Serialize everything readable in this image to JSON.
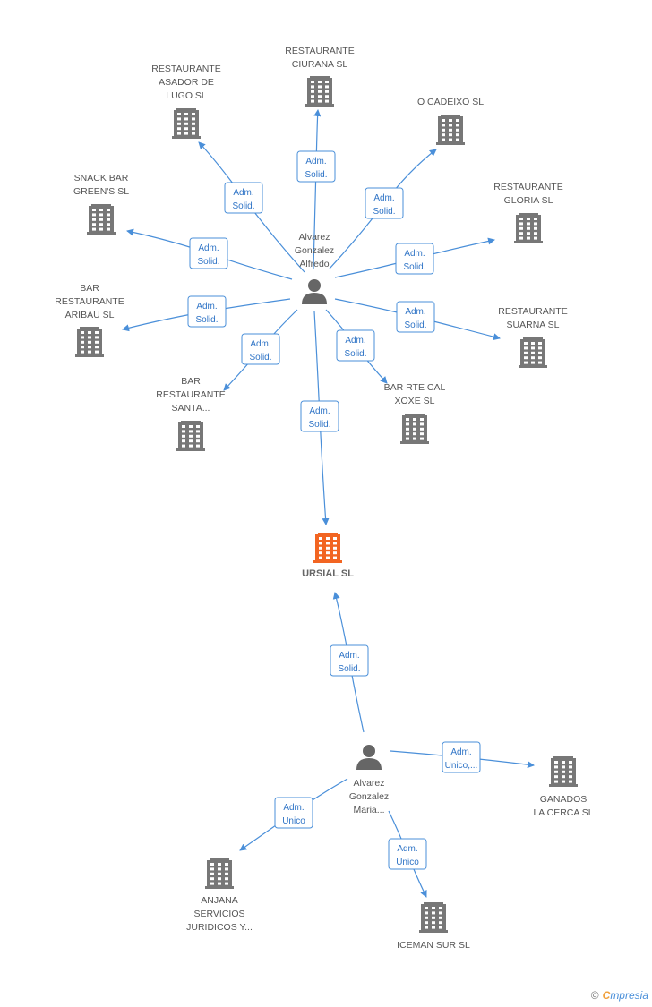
{
  "colors": {
    "edge": "#4a8fd9",
    "building": "#777777",
    "focus_building": "#f26522",
    "person": "#666666"
  },
  "nodes": [
    {
      "id": "alvarez_alfredo",
      "type": "person",
      "lines": [
        "Alvarez",
        "Gonzalez",
        "Alfredo"
      ]
    },
    {
      "id": "alvarez_maria",
      "type": "person",
      "lines": [
        "Alvarez",
        "Gonzalez",
        "Maria..."
      ]
    },
    {
      "id": "ursial",
      "type": "company",
      "focus": true,
      "lines": [
        "URSIAL SL"
      ]
    },
    {
      "id": "rest_ciurana",
      "type": "company",
      "lines": [
        "RESTAURANTE",
        "CIURANA SL"
      ]
    },
    {
      "id": "rest_asador",
      "type": "company",
      "lines": [
        "RESTAURANTE",
        "ASADOR DE",
        "LUGO SL"
      ]
    },
    {
      "id": "o_cadeixo",
      "type": "company",
      "lines": [
        "O CADEIXO SL"
      ]
    },
    {
      "id": "snack_bar",
      "type": "company",
      "lines": [
        "SNACK BAR",
        "GREEN'S  SL"
      ]
    },
    {
      "id": "rest_gloria",
      "type": "company",
      "lines": [
        "RESTAURANTE",
        "GLORIA SL"
      ]
    },
    {
      "id": "bar_aribau",
      "type": "company",
      "lines": [
        "BAR",
        "RESTAURANTE",
        "ARIBAU SL"
      ]
    },
    {
      "id": "rest_suarna",
      "type": "company",
      "lines": [
        "RESTAURANTE",
        "SUARNA  SL"
      ]
    },
    {
      "id": "bar_santa",
      "type": "company",
      "lines": [
        "BAR",
        "RESTAURANTE",
        "SANTA..."
      ]
    },
    {
      "id": "bar_xoxe",
      "type": "company",
      "lines": [
        "BAR RTE CAL",
        "XOXE  SL"
      ]
    },
    {
      "id": "ganados",
      "type": "company",
      "lines": [
        "GANADOS",
        "LA CERCA SL"
      ]
    },
    {
      "id": "anjana",
      "type": "company",
      "lines": [
        "ANJANA",
        "SERVICIOS",
        "JURIDICOS Y..."
      ]
    },
    {
      "id": "iceman",
      "type": "company",
      "lines": [
        "ICEMAN SUR  SL"
      ]
    }
  ],
  "edges": [
    {
      "from": "alvarez_alfredo",
      "to": "rest_ciurana",
      "label": [
        "Adm.",
        "Solid."
      ]
    },
    {
      "from": "alvarez_alfredo",
      "to": "rest_asador",
      "label": [
        "Adm.",
        "Solid."
      ]
    },
    {
      "from": "alvarez_alfredo",
      "to": "o_cadeixo",
      "label": [
        "Adm.",
        "Solid."
      ]
    },
    {
      "from": "alvarez_alfredo",
      "to": "snack_bar",
      "label": [
        "Adm.",
        "Solid."
      ]
    },
    {
      "from": "alvarez_alfredo",
      "to": "rest_gloria",
      "label": [
        "Adm.",
        "Solid."
      ]
    },
    {
      "from": "alvarez_alfredo",
      "to": "bar_aribau",
      "label": [
        "Adm.",
        "Solid."
      ]
    },
    {
      "from": "alvarez_alfredo",
      "to": "rest_suarna",
      "label": [
        "Adm.",
        "Solid."
      ]
    },
    {
      "from": "alvarez_alfredo",
      "to": "bar_santa",
      "label": [
        "Adm.",
        "Solid."
      ]
    },
    {
      "from": "alvarez_alfredo",
      "to": "bar_xoxe",
      "label": [
        "Adm.",
        "Solid."
      ]
    },
    {
      "from": "alvarez_alfredo",
      "to": "ursial",
      "label": [
        "Adm.",
        "Solid."
      ]
    },
    {
      "from": "alvarez_maria",
      "to": "ursial",
      "label": [
        "Adm.",
        "Solid."
      ]
    },
    {
      "from": "alvarez_maria",
      "to": "ganados",
      "label": [
        "Adm.",
        "Unico,..."
      ]
    },
    {
      "from": "alvarez_maria",
      "to": "anjana",
      "label": [
        "Adm.",
        "Unico"
      ]
    },
    {
      "from": "alvarez_maria",
      "to": "iceman",
      "label": [
        "Adm.",
        "Unico"
      ]
    }
  ],
  "footer": {
    "copyright": "©",
    "brand_first": "C",
    "brand_rest": "mpresia"
  }
}
